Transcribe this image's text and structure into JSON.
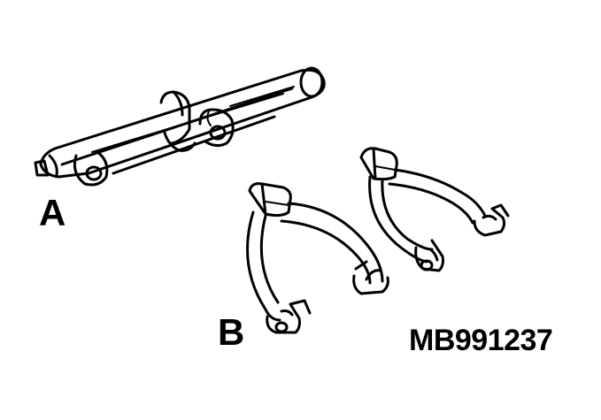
{
  "labels": {
    "part_a": "A",
    "part_b": "B",
    "part_number": "MB991237"
  },
  "colors": {
    "line": "#000000",
    "background": "#ffffff"
  }
}
